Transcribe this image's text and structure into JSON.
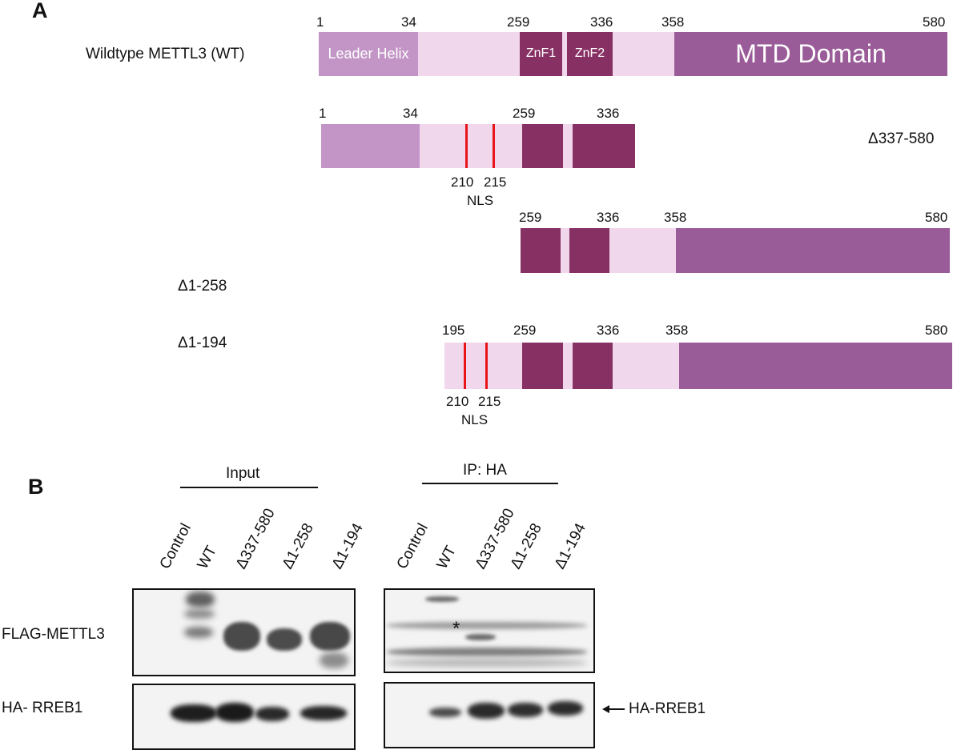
{
  "panel_a": {
    "letter": "A",
    "wt": {
      "label": "Wildtype METTL3 (WT)",
      "ticks": [
        "1",
        "34",
        "259",
        "336",
        "358",
        "580"
      ],
      "leader_helix": "Leader Helix",
      "znf1": "ZnF1",
      "znf2": "ZnF2",
      "mtd": "MTD Domain"
    },
    "construct_337": {
      "label": "Δ337-580",
      "ticks": [
        "1",
        "34",
        "259",
        "336"
      ],
      "nls_positions": [
        "210",
        "215"
      ],
      "nls": "NLS"
    },
    "construct_258": {
      "label": "Δ1-258",
      "ticks": [
        "259",
        "336",
        "358",
        "580"
      ]
    },
    "construct_194": {
      "label": "Δ1-194",
      "ticks": [
        "195",
        "259",
        "336",
        "358",
        "580"
      ],
      "nls_positions": [
        "210",
        "215"
      ],
      "nls": "NLS"
    },
    "colors": {
      "leader_helix": "#c295c6",
      "linker": "#f1d7ec",
      "znf": "#873063",
      "mtd": "#9a5c99",
      "nls_marker": "#e8141a"
    }
  },
  "panel_b": {
    "letter": "B",
    "input_header": "Input",
    "ip_header": "IP: HA",
    "input_lanes": [
      "Control",
      "WT",
      "Δ337-580",
      "Δ1-258",
      "Δ1-194"
    ],
    "ip_lanes": [
      "Control",
      "WT",
      "Δ337-580",
      "Δ1-258",
      "Δ1-194"
    ],
    "row_labels": [
      "FLAG-METTL3",
      "HA- RREB1"
    ],
    "asterisk": "*",
    "arrow_label": "HA-RREB1"
  }
}
